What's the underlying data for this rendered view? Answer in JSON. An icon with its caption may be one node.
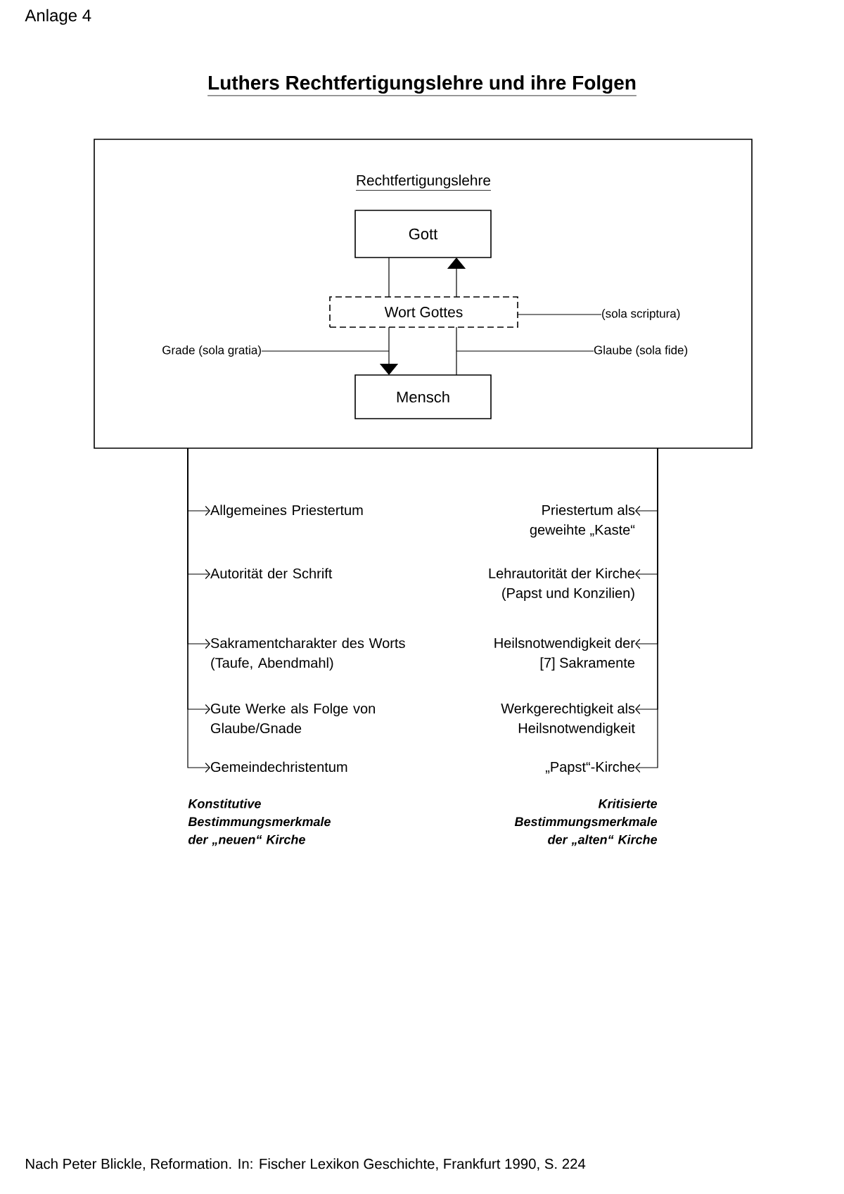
{
  "diagram": {
    "title": "Luthers Rechtfertigungslehre und ihre Folgen",
    "caption": "Nach Peter Blickle, Reformation. In: Fischer Lexikon Geschichte, Frankfurt 1990, S. 224",
    "nodes": [
      {
        "text": [
          "Rechtfertigungslehre"
        ]
      },
      {
        "text": [
          "Gott"
        ],
        "in": 0
      },
      {
        "text": [
          "Wort Gottes"
        ],
        "in": 0
      },
      {
        "text": [
          "(sola scriptura)"
        ],
        "in": 0
      },
      {
        "text": [
          "Grade (sola gratia)"
        ],
        "in": 0
      },
      {
        "text": [
          "Glaube (sola fide)"
        ],
        "in": 0
      },
      {
        "text": [
          "Mensch"
        ],
        "in": 0
      },
      {
        "text": [
          "Allgemeines Priestertum"
        ]
      },
      {
        "text": [
          "Priestertum als geweihte „Kaste“"
        ]
      },
      {
        "text": [
          "Autorität der Schrift"
        ]
      },
      {
        "text": [
          "Lehrautorität der Kirche (Papst und Konzilien)"
        ]
      },
      {
        "text": [
          "Sakramentcharakter des Worts (Taufe, Abendmahl)"
        ]
      },
      {
        "text": [
          "Heilsnotwendigkeit der [7] Sakramente"
        ]
      },
      {
        "text": [
          "Gute Werke als Folge von Glaube/Gnade"
        ]
      },
      {
        "text": [
          "Werkgerechtigkeit als Heilsnotwendigkeit"
        ]
      },
      {
        "text": [
          "Gemeindechristentum"
        ]
      },
      {
        "text": [
          "„Papst“-Kirche"
        ]
      }
    ],
    "edges": [
      {
        "from": 1,
        "to": 2,
        "arrow": "none"
      },
      {
        "from": 2,
        "to": 6,
        "arrow": "to"
      },
      {
        "from": 6,
        "to": 2,
        "arrow": "none"
      },
      {
        "from": 2,
        "to": 1,
        "arrow": "to"
      },
      {
        "from": 3,
        "to": 2,
        "arrow": "none"
      },
      {
        "from": 4,
        "to": null,
        "arrow": "none"
      },
      {
        "from": 5,
        "to": null,
        "arrow": "none"
      },
      {
        "from": 0,
        "to": 7,
        "arrow": "to"
      },
      {
        "from": 0,
        "to": 8,
        "arrow": "to"
      },
      {
        "from": 0,
        "to": 9,
        "arrow": "to"
      },
      {
        "from": 0,
        "to": 10,
        "arrow": "to"
      },
      {
        "from": 0,
        "to": 11,
        "arrow": "to"
      },
      {
        "from": 0,
        "to": 12,
        "arrow": "to"
      },
      {
        "from": 0,
        "to": 13,
        "arrow": "to"
      },
      {
        "from": 0,
        "to": 14,
        "arrow": "to"
      },
      {
        "from": 0,
        "to": 15,
        "arrow": "to"
      },
      {
        "from": 0,
        "to": 16,
        "arrow": "to"
      }
    ],
    "labels": [
      "Anlage 4",
      "Konstitutive Bestimmungsmerkmale der „neuen“ Kirche",
      "Kritisierte Bestimmungsmerkmale der „alten“ Kirche"
    ]
  }
}
